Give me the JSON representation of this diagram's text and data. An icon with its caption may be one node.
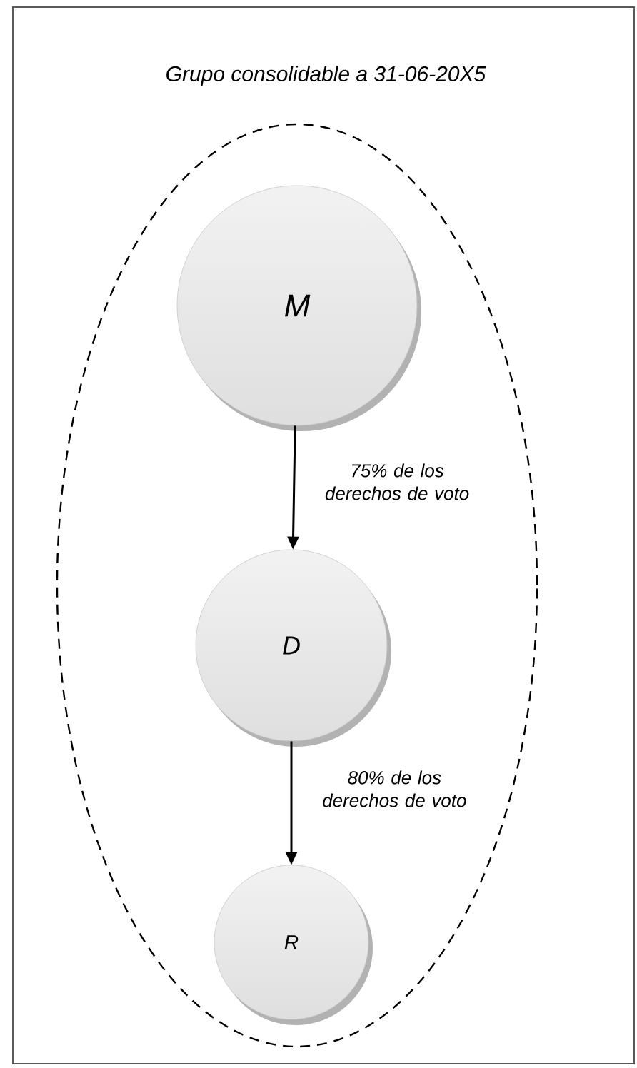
{
  "diagram": {
    "title": "Grupo consolidable a 31-06-20X5",
    "nodes": [
      {
        "text": [],
        "shape": "ellipse"
      },
      {
        "text": [
          "M"
        ],
        "in": 0
      },
      {
        "text": [
          "D"
        ],
        "in": 0
      },
      {
        "text": [
          "R"
        ],
        "in": 0
      }
    ],
    "edges": [
      {
        "from": 1,
        "to": 2,
        "arrow": "to",
        "label": "75% de los derechos de voto"
      },
      {
        "from": 2,
        "to": 3,
        "arrow": "to",
        "label": "80% de los derechos de voto"
      }
    ]
  }
}
